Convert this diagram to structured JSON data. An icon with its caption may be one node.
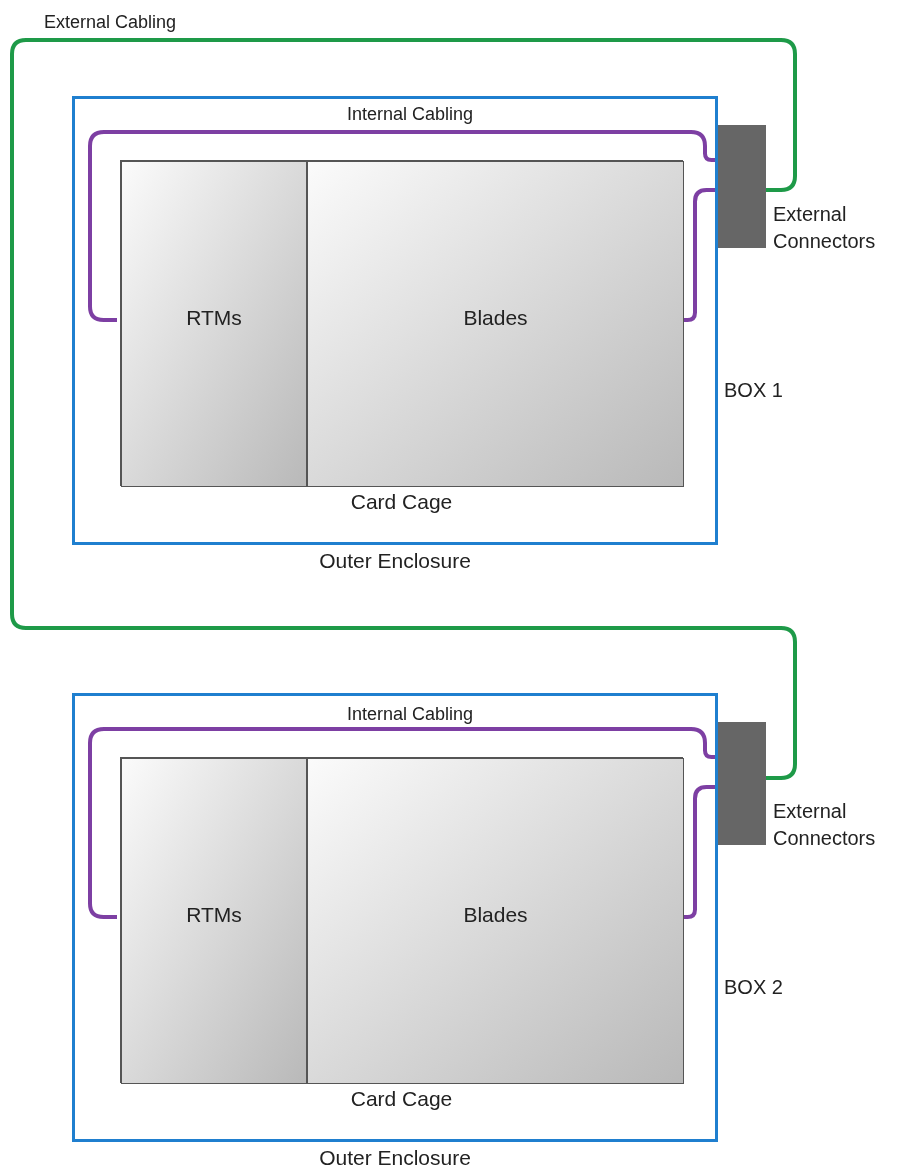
{
  "diagram": {
    "nodes": [
      {
        "text": [
          "Outer Enclosure"
        ],
        "beside": [
          "BOX 1"
        ]
      },
      {
        "text": [
          "Card Cage"
        ],
        "in": 0
      },
      {
        "text": [
          "RTMs"
        ],
        "in": 1
      },
      {
        "text": [
          "Blades"
        ],
        "in": 1
      },
      {
        "text": [],
        "shape": "bar",
        "beside": [
          "External Connectors"
        ]
      },
      {
        "text": [
          "Outer Enclosure"
        ],
        "beside": [
          "BOX 2"
        ]
      },
      {
        "text": [
          "Card Cage"
        ],
        "in": 5
      },
      {
        "text": [
          "RTMs"
        ],
        "in": 6
      },
      {
        "text": [
          "Blades"
        ],
        "in": 6
      },
      {
        "text": [],
        "shape": "bar",
        "beside": [
          "External Connectors"
        ]
      }
    ],
    "edges": [
      {
        "from": 2,
        "to": 4,
        "arrow": "none",
        "label": "Internal Cabling"
      },
      {
        "from": 3,
        "to": 4,
        "arrow": "none"
      },
      {
        "from": 7,
        "to": 9,
        "arrow": "none",
        "label": "Internal Cabling"
      },
      {
        "from": 8,
        "to": 9,
        "arrow": "none"
      },
      {
        "from": 4,
        "to": 9,
        "arrow": "none",
        "label": "External Cabling",
        "color": "#1e9a48"
      }
    ]
  }
}
